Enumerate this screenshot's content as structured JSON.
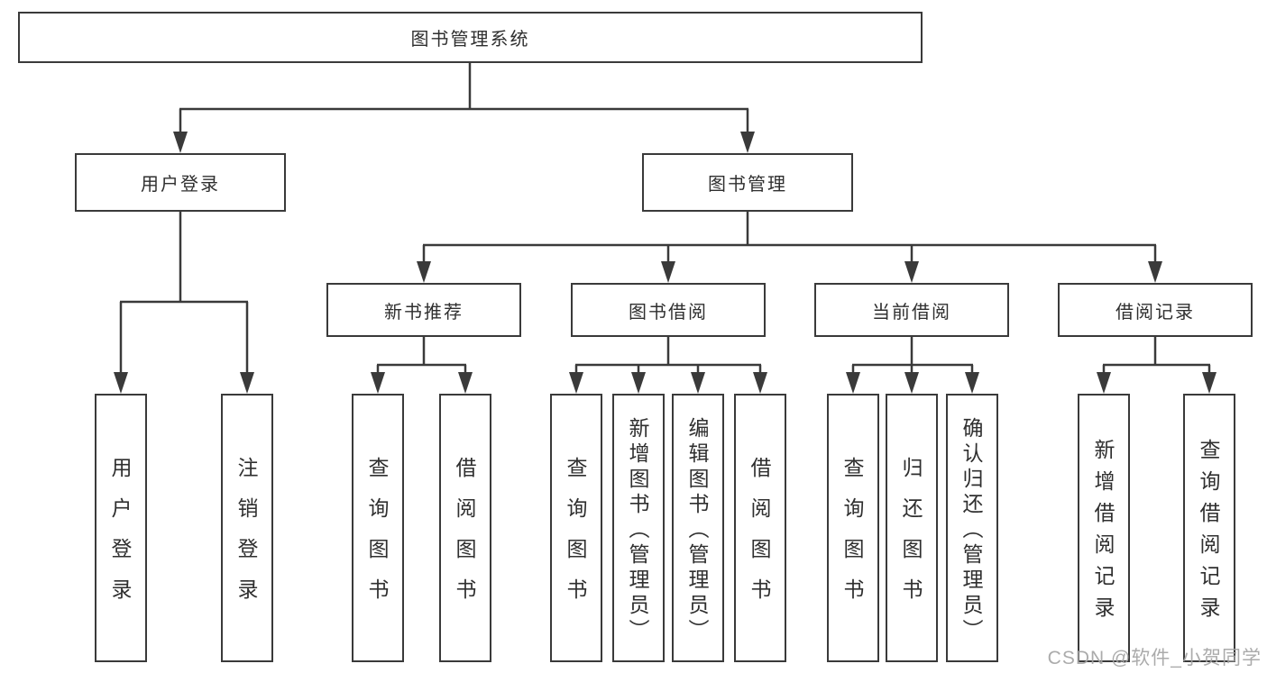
{
  "tree": {
    "root": "图书管理系统",
    "branches": [
      {
        "id": "user-login",
        "label": "用户登录",
        "children": [
          "用户登录",
          "注销登录"
        ]
      },
      {
        "id": "book-management",
        "label": "图书管理",
        "sections": [
          {
            "id": "new-book-recommend",
            "label": "新书推荐",
            "children": [
              "查询图书",
              "借阅图书"
            ]
          },
          {
            "id": "book-borrow",
            "label": "图书借阅",
            "children": [
              "查询图书",
              "新增图书（管理员）",
              "编辑图书（管理员）",
              "借阅图书"
            ]
          },
          {
            "id": "current-borrow",
            "label": "当前借阅",
            "children": [
              "查询图书",
              "归还图书",
              "确认归还（管理员）"
            ]
          },
          {
            "id": "borrow-records",
            "label": "借阅记录",
            "children": [
              "新增借阅记录",
              "查询借阅记录"
            ]
          }
        ]
      }
    ]
  },
  "watermark": "CSDN @软件_小贺同学",
  "colors": {
    "line": "#3a3a3a",
    "text": "#2f2f2f",
    "watermark": "#a4a4a4",
    "background": "#ffffff"
  }
}
